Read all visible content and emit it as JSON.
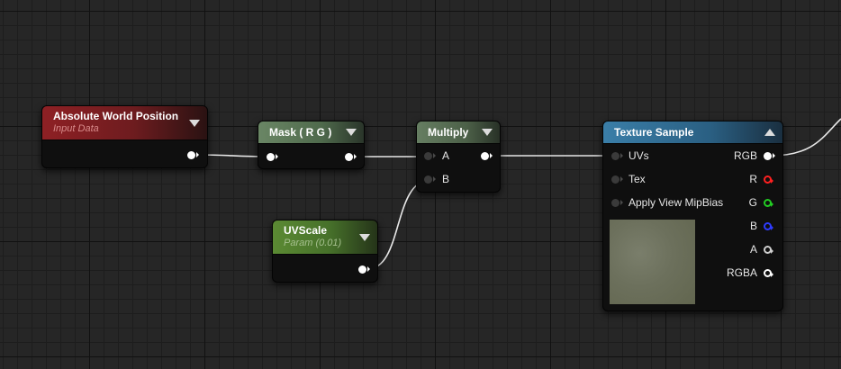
{
  "nodes": {
    "absolute_world_position": {
      "title": "Absolute World Position",
      "subtitle": "Input Data"
    },
    "mask": {
      "title": "Mask ( R G )"
    },
    "multiply": {
      "title": "Multiply",
      "inputs": [
        "A",
        "B"
      ]
    },
    "uvscale": {
      "title": "UVScale",
      "subtitle": "Param (0.01)"
    },
    "texture_sample": {
      "title": "Texture Sample",
      "inputs": [
        "UVs",
        "Tex",
        "Apply View MipBias"
      ],
      "outputs": [
        "RGB",
        "R",
        "G",
        "B",
        "A",
        "RGBA"
      ],
      "preview_color": "#6f7361"
    }
  },
  "colors": {
    "header_input_data": "#8a1f22",
    "header_mask": "#5f7a5a",
    "header_multiply": "#5c7158",
    "header_param": "#527a2e",
    "header_texture": "#2f6e96",
    "wire": "#e8e8e8",
    "pin_r": "#ff2020",
    "pin_g": "#22cc22",
    "pin_b": "#2e3bff",
    "pin_a": "#cfcfcf"
  }
}
